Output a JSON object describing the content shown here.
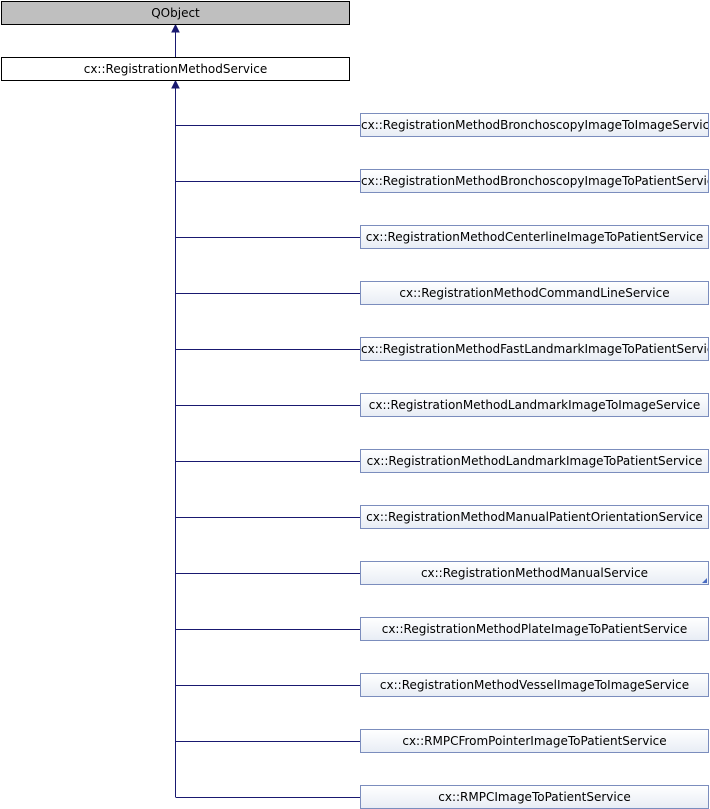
{
  "diagram": {
    "root": "QObject",
    "parent": "cx::RegistrationMethodService",
    "children": [
      "cx::RegistrationMethodBronchoscopyImageToImageService",
      "cx::RegistrationMethodBronchoscopyImageToPatientService",
      "cx::RegistrationMethodCenterlineImageToPatientService",
      "cx::RegistrationMethodCommandLineService",
      "cx::RegistrationMethodFastLandmarkImageToPatientService",
      "cx::RegistrationMethodLandmarkImageToImageService",
      "cx::RegistrationMethodLandmarkImageToPatientService",
      "cx::RegistrationMethodManualPatientOrientationService",
      "cx::RegistrationMethodManualService",
      "cx::RegistrationMethodPlateImageToPatientService",
      "cx::RegistrationMethodVesselImageToImageService",
      "cx::RMPCFromPointerImageToPatientService",
      "cx::RMPCImageToPatientService"
    ],
    "edge_color": "#191970"
  }
}
